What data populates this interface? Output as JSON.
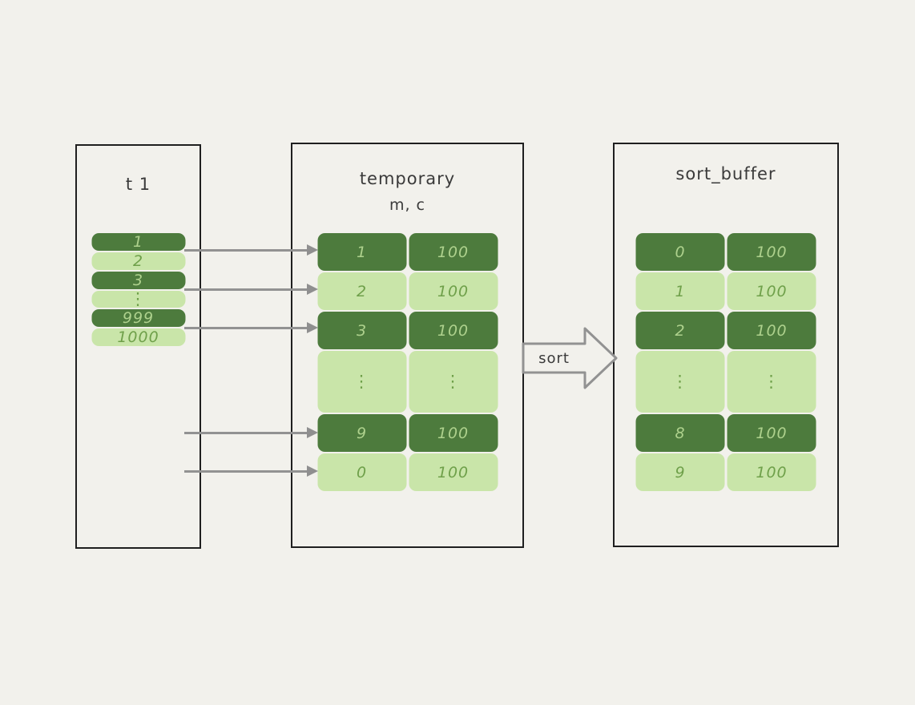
{
  "colors": {
    "background": "#f2f1ec",
    "panel_border": "#1f1f1f",
    "dark_cell": "#4d7b3d",
    "light_cell": "#c9e5a9",
    "dark_cell_text": "#aed18d",
    "light_cell_text": "#6fa04a",
    "arrow_gray": "#929292",
    "title_text": "#3a3a3a"
  },
  "panels": [
    {
      "title": "t 1",
      "rows": [
        [
          "1"
        ],
        [
          "2"
        ],
        [
          "3"
        ],
        [
          "⋮"
        ],
        [
          "999"
        ],
        [
          "1000"
        ]
      ]
    },
    {
      "title": "temporary",
      "subtitle": "m, c",
      "rows": [
        [
          "1",
          "100"
        ],
        [
          "2",
          "100"
        ],
        [
          "3",
          "100"
        ],
        [
          "⋮",
          "⋮"
        ],
        [
          "9",
          "100"
        ],
        [
          "0",
          "100"
        ]
      ]
    },
    {
      "title": "sort_buffer",
      "rows": [
        [
          "0",
          "100"
        ],
        [
          "1",
          "100"
        ],
        [
          "2",
          "100"
        ],
        [
          "⋮",
          "⋮"
        ],
        [
          "8",
          "100"
        ],
        [
          "9",
          "100"
        ]
      ]
    }
  ],
  "sort_arrow": {
    "label": "sort"
  }
}
